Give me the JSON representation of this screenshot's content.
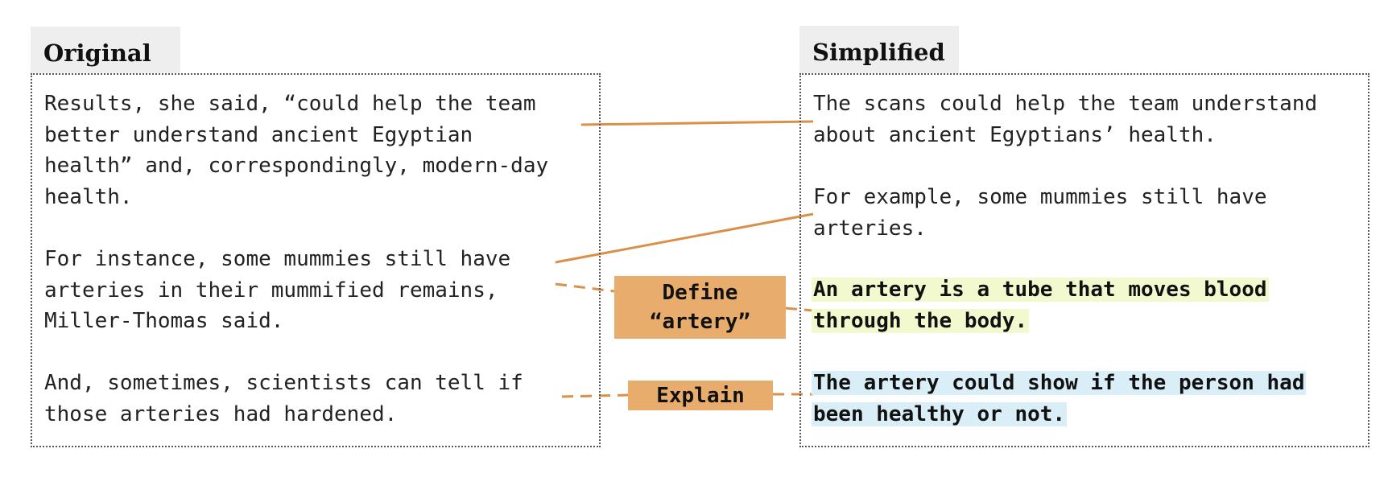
{
  "colors": {
    "connector": "#d99149",
    "operation_box": "#e8ad6d",
    "highlight_definition": "#f3f9cf",
    "highlight_explanation": "#d9eef7",
    "tab_background": "#eeeeee"
  },
  "original": {
    "title": "Original",
    "paragraphs": [
      "Results, she said, “could help the team\nbetter understand ancient Egyptian\nhealth” and, correspondingly, modern-day\nhealth.",
      "For instance, some mummies still have\narteries in their mummified remains,\nMiller-Thomas said.",
      "And, sometimes, scientists can tell if\nthose arteries had hardened."
    ]
  },
  "simplified": {
    "title": "Simplified",
    "paragraphs": [
      "The scans could help the team understand\nabout ancient Egyptians’ health.",
      "For example, some mummies still have\narteries.",
      "An artery is a tube that moves blood\nthrough the body.",
      "The artery could show if the person had\nbeen healthy or not."
    ]
  },
  "operations": {
    "define": "Define\n“artery”",
    "explain": "Explain"
  },
  "links": [
    {
      "from": "original.0",
      "to": "simplified.0",
      "style": "solid"
    },
    {
      "from": "original.1",
      "to": "simplified.1",
      "style": "solid"
    },
    {
      "from": "original.1",
      "to": "simplified.2",
      "style": "dashed",
      "via": "define"
    },
    {
      "from": "original.2",
      "to": "simplified.3",
      "style": "dashed",
      "via": "explain"
    }
  ]
}
